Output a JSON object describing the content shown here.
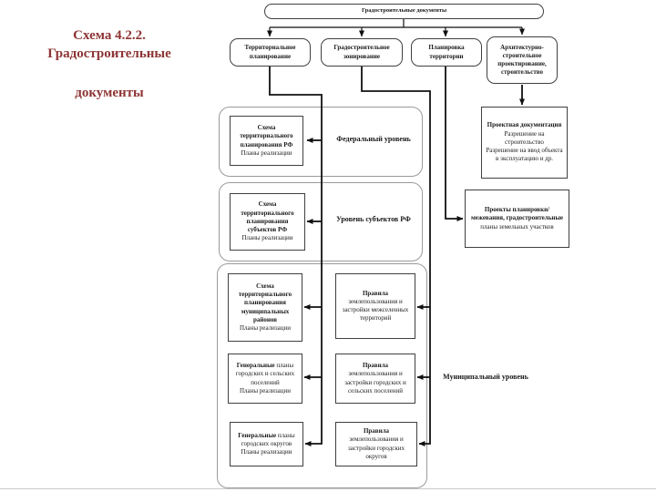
{
  "colors": {
    "title_text": "#8e3434",
    "connector": "#111111",
    "node_border": "#404040",
    "container_border": "#9a9a9a",
    "background": "#ffffff"
  },
  "title": {
    "line1": "Схема 4.2.2.",
    "line2": "Градостроительные",
    "line3": "документы"
  },
  "root": {
    "label": "Градостроительные документы"
  },
  "top_row": {
    "territorial_planning": "Территориальное планирование",
    "zoning": "Градостроительное зонирование",
    "layout": "Планировка территории",
    "architecture": "Архитектурно-строительное проектирование, строительство"
  },
  "levels": {
    "federal": "Федеральный уровень",
    "subjects": "Уровень субъектов РФ",
    "municipal": "Муниципальный уровень"
  },
  "boxes": {
    "scheme_rf": {
      "main": "Схема территориального планирования РФ",
      "sub": "Планы реализации"
    },
    "project_docs": {
      "line1": "Проектная документация",
      "line2": "Разрешение на строительство",
      "line3": "Разрешение на ввод объекта в эксплуатацию и др."
    },
    "scheme_subjects": {
      "main": "Схема территориального планирования субъектов РФ",
      "sub": "Планы реализации"
    },
    "planning_projects": {
      "main": "Проекты планировки/межевания, градостроительные",
      "sub": "планы земельных участков"
    },
    "scheme_municipal": {
      "main": "Схема территориального планирования муниципальных районов",
      "sub": "Планы реализации"
    },
    "rules_intersettlement": {
      "lead": "Правила",
      "rest": "землепользования и застройки межселенных территорий"
    },
    "genplan_settlements": {
      "lead": "Генеральные",
      "rest": "планы городских и сельских поселений",
      "sub": "Планы реализации"
    },
    "rules_settlements": {
      "lead": "Правила",
      "rest": "землепользования и застройки городских и сельских поселений"
    },
    "genplan_districts": {
      "lead": "Генеральные",
      "rest": "планы городских округов",
      "sub": "Планы реализации"
    },
    "rules_districts": {
      "lead": "Правила",
      "rest": "землепользования и застройки городских округов"
    }
  }
}
